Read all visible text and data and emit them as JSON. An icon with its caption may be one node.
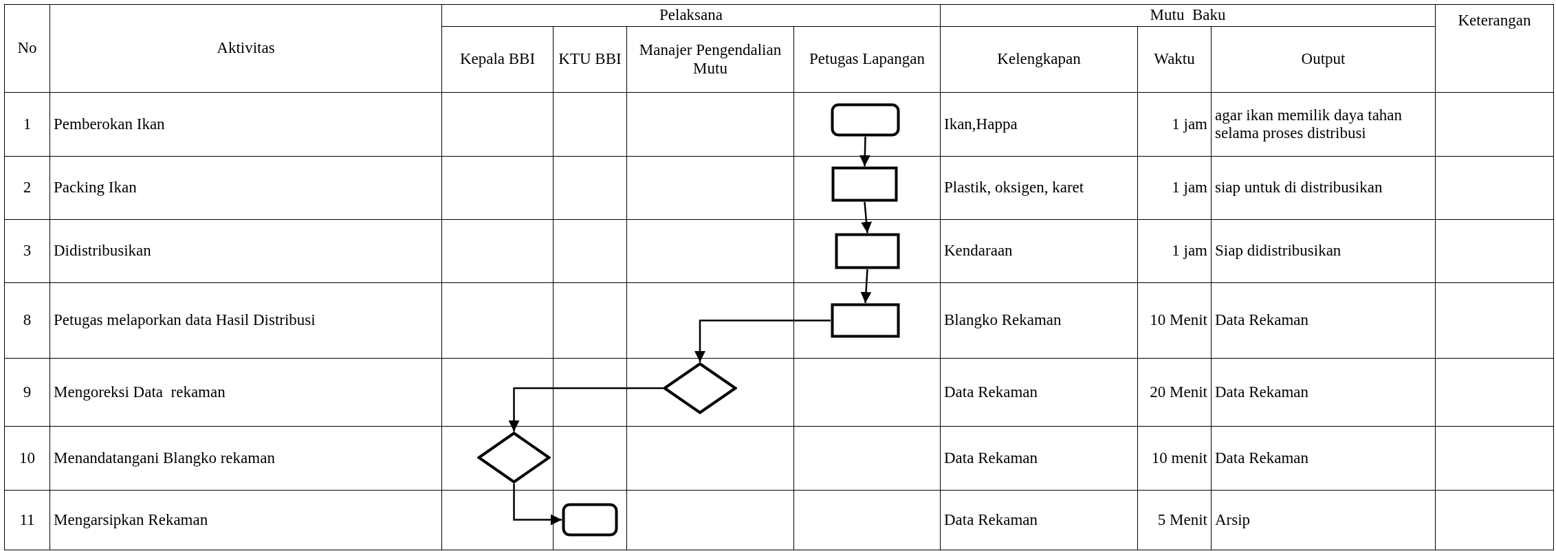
{
  "diagram": {
    "nodes": [
      {
        "text": [],
        "shape": "box"
      },
      {
        "text": [],
        "shape": "box"
      },
      {
        "text": [],
        "shape": "box"
      },
      {
        "text": [],
        "shape": "box"
      },
      {
        "text": [],
        "shape": "diamond"
      },
      {
        "text": [],
        "shape": "diamond"
      },
      {
        "text": [],
        "shape": "box"
      }
    ],
    "edges": [
      {
        "from": 0,
        "to": 1,
        "arrow": "to"
      },
      {
        "from": 1,
        "to": 2,
        "arrow": "to"
      },
      {
        "from": 2,
        "to": 3,
        "arrow": "to"
      },
      {
        "from": 3,
        "to": 4,
        "arrow": "to"
      },
      {
        "from": 4,
        "to": 5,
        "arrow": "to"
      },
      {
        "from": 5,
        "to": 6,
        "arrow": "to"
      }
    ],
    "labels": [
      "No",
      "Aktivitas",
      "Pelaksana",
      "Mutu  Baku",
      "Keterangan",
      "Kepala BBI",
      "KTU BBI",
      "Manajer Pengendalian Mutu",
      "Petugas Lapangan",
      "Kelengkapan",
      "Waktu",
      "Output",
      "1",
      "Pemberokan Ikan",
      "Ikan,Happa",
      "1 jam",
      "agar ikan memilik daya tahan selama proses distribusi",
      "2",
      "Packing Ikan",
      "Plastik, oksigen, karet",
      "1 jam",
      "siap untuk di distribusikan",
      "3",
      "Didistribusikan",
      "Kendaraan",
      "1 jam",
      "Siap didistribusikan",
      "8",
      "Petugas melaporkan data Hasil Distribusi",
      "Blangko Rekaman",
      "10 Menit",
      "Data Rekaman",
      "9",
      "Mengoreksi Data  rekaman",
      "Data Rekaman",
      "20 Menit",
      "Data Rekaman",
      "10",
      "Menandatangani Blangko rekaman",
      "Data Rekaman",
      "10 menit",
      "Data Rekaman",
      "11",
      "Mengarsipkan Rekaman",
      "Data Rekaman",
      "5 Menit",
      "Arsip"
    ]
  }
}
